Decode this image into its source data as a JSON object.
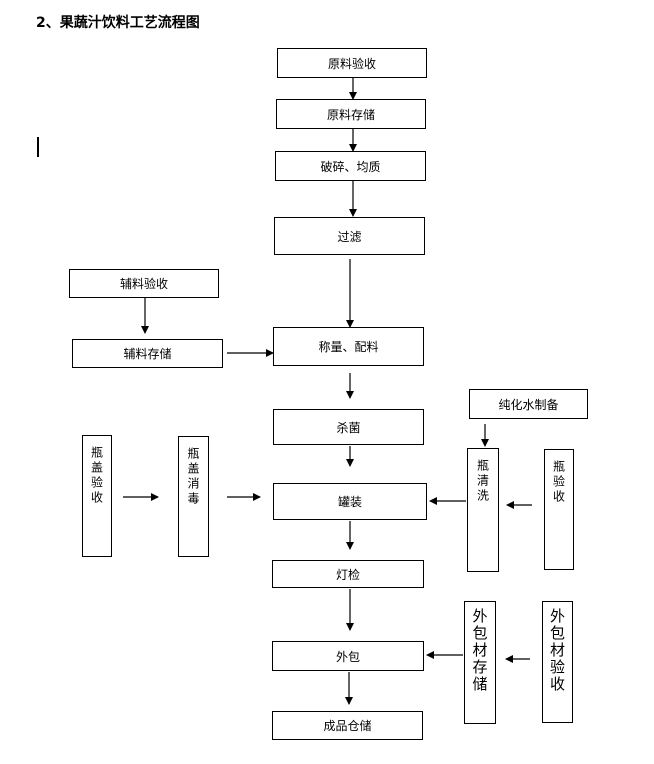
{
  "title": "2、果蔬汁饮料工艺流程图",
  "steps": {
    "raw_accept": "原料验收",
    "raw_store": "原料存储",
    "crush": "破碎、均质",
    "filter": "过滤",
    "weigh_mix": "称量、配料",
    "sterilize": "杀菌",
    "fill": "罐装",
    "lamp_check": "灯检",
    "outer_pack": "外包",
    "finished_store": "成品仓储"
  },
  "aux": {
    "accept": "辅料验收",
    "store": "辅料存储"
  },
  "cap": {
    "accept": "瓶盖验收",
    "disinfect": "瓶盖消毒"
  },
  "bottle": {
    "water": "纯化水制备",
    "wash": "瓶清洗",
    "accept": "瓶验收"
  },
  "outer_material": {
    "store": "外包材存储",
    "accept": "外包材验收"
  }
}
